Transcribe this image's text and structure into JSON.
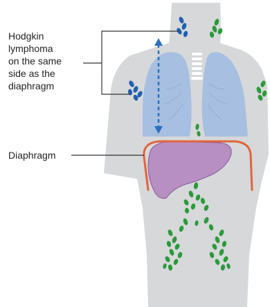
{
  "labels": {
    "hodgkin_lines": [
      "Hodgkin",
      "lymphoma",
      "on the same",
      "side as the",
      "diaphragm"
    ],
    "diaphragm": "Diaphragm"
  },
  "colors": {
    "body": "#d6d8da",
    "lung": "#a7bfe0",
    "lung_vessel": "#93afd6",
    "liver": "#b78fc3",
    "liver_outline": "#8a5a9a",
    "diaphragm": "#e0643c",
    "node_blue": "#1f5fb0",
    "node_green": "#2a9a3a",
    "arrow": "#2d6fc0",
    "line": "#333333",
    "trachea": "#ffffff"
  },
  "icons": {
    "blue_nodes": "lymph-node-cluster-affected",
    "green_nodes": "lymph-node-cluster-unaffected",
    "arrow": "double-headed-arrow"
  }
}
